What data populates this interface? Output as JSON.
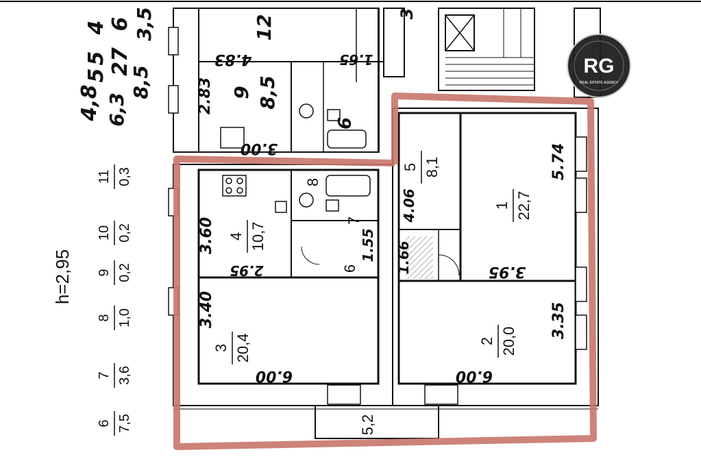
{
  "ceiling_height": "h=2,95",
  "legend": [
    {
      "num": "11",
      "area": "0,3"
    },
    {
      "num": "10",
      "area": "0,2"
    },
    {
      "num": "9",
      "area": "0,2"
    },
    {
      "num": "8",
      "area": "1,0"
    },
    {
      "num": "7",
      "area": "3,6"
    },
    {
      "num": "6",
      "area": "7,5"
    }
  ],
  "rooms": [
    {
      "num": "1",
      "area": "22,7"
    },
    {
      "num": "2",
      "area": "20,0"
    },
    {
      "num": "3",
      "area": "20,4"
    },
    {
      "num": "4",
      "area": "10,7"
    },
    {
      "num": "5",
      "area": "8,1"
    },
    {
      "num": "6",
      "area": ""
    },
    {
      "num": "7",
      "area": ""
    },
    {
      "num": "8",
      "area": ""
    }
  ],
  "dimensions": {
    "room1_side": "5.74",
    "room1_bottom": "3.95",
    "room2_side": "3.35",
    "room2_bottom": "6.00",
    "room3_side": "3.40",
    "room3_bottom": "6.00",
    "room4_side": "3.60",
    "room4_bottom": "2.95",
    "room5_side": "4.06",
    "corridor_side_1": "1.66",
    "corridor_side_2": "1.55",
    "balcony": "5,2",
    "neighbor_a": "2.83",
    "neighbor_b": "4.83",
    "neighbor_c": "3.00",
    "neighbor_d": "1.65"
  },
  "neighbor_apartment": {
    "room_num": "9",
    "room_area": "8,5",
    "number": "6",
    "top_numbers": [
      "12",
      "3"
    ]
  },
  "margin_notes": [
    "4",
    "4,8",
    "5",
    "27",
    "5",
    "6",
    "3,5",
    "8,5",
    "6,3"
  ],
  "logo": {
    "text": "RG",
    "tagline": "REAL ESTATE AGENCY"
  },
  "colors": {
    "highlight": "#c8766a",
    "walls": "#111111",
    "logo_bg": "#1f1f1f"
  }
}
